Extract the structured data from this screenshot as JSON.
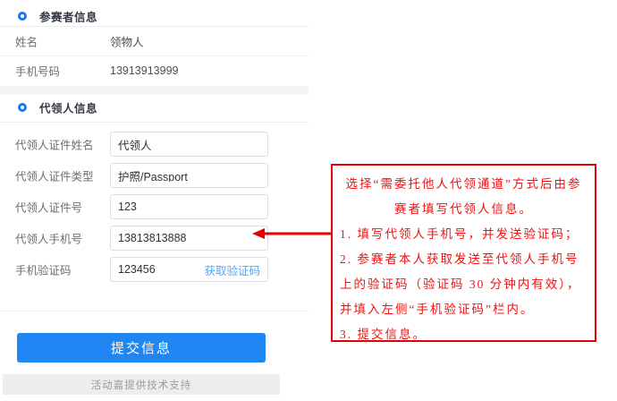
{
  "participant_section": {
    "title": "参赛者信息",
    "fields": [
      {
        "label": "姓名",
        "value": "领物人"
      },
      {
        "label": "手机号码",
        "value": "13913913999"
      }
    ]
  },
  "agent_section": {
    "title": "代领人信息",
    "fields": [
      {
        "label": "代领人证件姓名",
        "value": "代领人"
      },
      {
        "label": "代领人证件类型",
        "value": "护照/Passport"
      },
      {
        "label": "代领人证件号",
        "value": "123"
      },
      {
        "label": "代领人手机号",
        "value": "13813813888"
      },
      {
        "label": "手机验证码",
        "value": "123456",
        "action_label": "获取验证码"
      }
    ]
  },
  "submit_button_label": "提交信息",
  "footer_text": "活动嘉提供技术支持",
  "annotation": {
    "intro": "选择“需委托他人代领通道”方式后由参赛者填写代领人信息。",
    "steps": [
      "1. 填写代领人手机号，并发送验证码；",
      "2. 参赛者本人获取发送至代领人手机号上的验证码（验证码 30 分钟内有效），并填入左侧“手机验证码”栏内。",
      "3. 提交信息。"
    ]
  },
  "icons": {
    "section_bullet": "ring-icon",
    "arrow": "arrow-left-icon"
  },
  "colors": {
    "accent_blue": "#2086f3",
    "bullet_blue": "#1a78f0",
    "link_blue": "#58a4f2",
    "annotation_red": "#e60000",
    "footer_gray": "#ededed"
  }
}
